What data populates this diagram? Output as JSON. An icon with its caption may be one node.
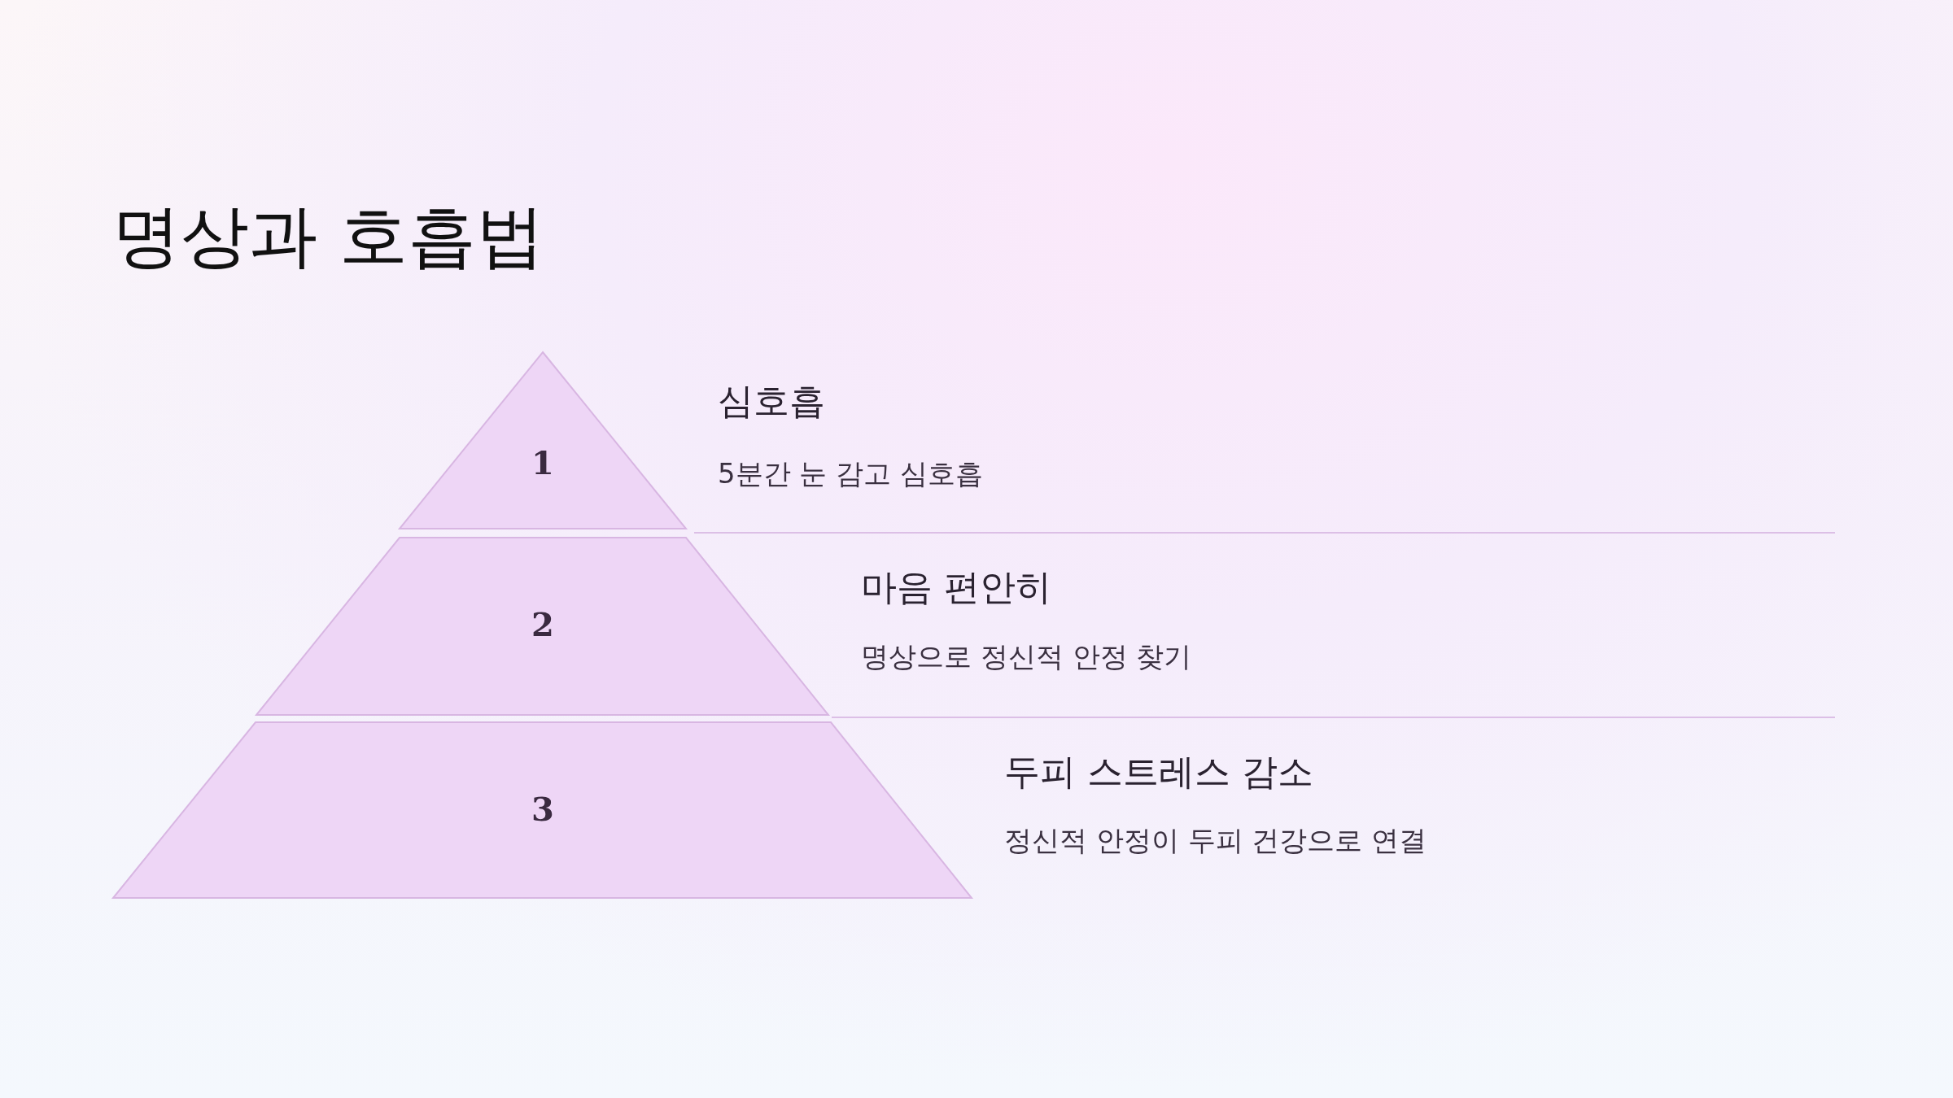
{
  "diagram": {
    "title": "명상과 호흡법",
    "nodes": [
      {
        "text": [
          "1"
        ],
        "beside": [
          "심호흡",
          "5분간 눈 감고 심호흡"
        ]
      },
      {
        "text": [
          "2"
        ],
        "beside": [
          "마음 편안히",
          "명상으로 정신적 안정 찾기"
        ]
      },
      {
        "text": [
          "3"
        ],
        "beside": [
          "두피 스트레스 감소",
          "정신적 안정이 두피 건강으로 연결"
        ]
      }
    ]
  }
}
